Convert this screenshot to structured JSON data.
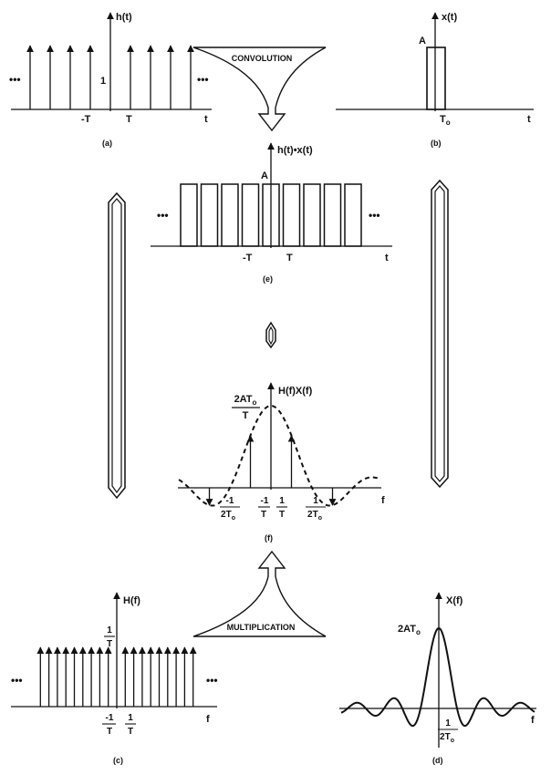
{
  "panels": {
    "a": {
      "caption": "(a)",
      "ylabel": "h(t)",
      "xlabel": "t",
      "height_label": "1",
      "tick_left": "-T",
      "tick_right": "T",
      "dots_left": "•••",
      "dots_right": "•••"
    },
    "b": {
      "caption": "(b)",
      "ylabel": "x(t)",
      "xlabel": "t",
      "amp_label": "A",
      "tick_base": "T",
      "tick_sub": "o"
    },
    "e": {
      "caption": "(e)",
      "ylabel": "h(t)•x(t)",
      "xlabel": "t",
      "amp_label": "A",
      "tick_left": "-T",
      "tick_right": "T",
      "dots_left": "•••",
      "dots_right": "•••"
    },
    "f": {
      "caption": "(f)",
      "ylabel": "H(f)X(f)",
      "xlabel": "f",
      "peak_num_base": "2AT",
      "peak_num_sub": "o",
      "peak_den": "T",
      "t1_num": "-1",
      "t1_den_base": "2T",
      "t1_den_sub": "o",
      "t2_num": "-1",
      "t2_den": "T",
      "t3_num": "1",
      "t3_den": "T",
      "t4_num": "1",
      "t4_den_base": "2T",
      "t4_den_sub": "o"
    },
    "c": {
      "caption": "(c)",
      "ylabel": "H(f)",
      "xlabel": "f",
      "height_num": "1",
      "height_den": "T",
      "t1_num": "-1",
      "t1_den": "T",
      "t2_num": "1",
      "t2_den": "T",
      "dots_left": "•••",
      "dots_right": "•••"
    },
    "d": {
      "caption": "(d)",
      "ylabel": "X(f)",
      "xlabel": "f",
      "peak_base": "2AT",
      "peak_sub": "o",
      "tick_num": "1",
      "tick_den_base": "2T",
      "tick_den_sub": "o"
    }
  },
  "operations": {
    "convolution": "CONVOLUTION",
    "multiplication": "MULTIPLICATION"
  }
}
